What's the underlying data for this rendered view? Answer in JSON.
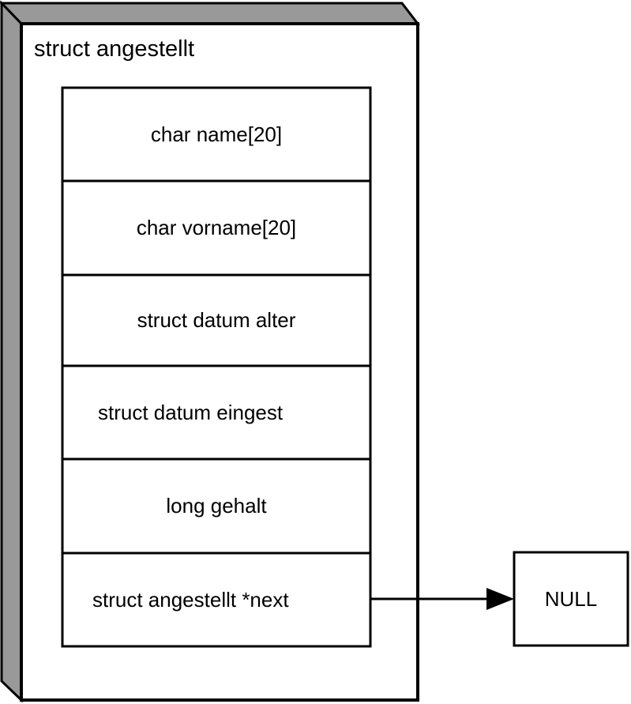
{
  "diagram": {
    "outer_struct_label": "struct angestellt",
    "fields": [
      {
        "label": "char name[20]"
      },
      {
        "label": "char vorname[20]"
      },
      {
        "label": "struct datum alter"
      },
      {
        "label": "struct datum eingest"
      },
      {
        "label": "long gehalt"
      },
      {
        "label": "struct angestellt *next"
      }
    ],
    "null_label": "NULL",
    "colors": {
      "line": "#000000",
      "box_fill": "#ffffff",
      "depth_face": "#999999"
    }
  }
}
